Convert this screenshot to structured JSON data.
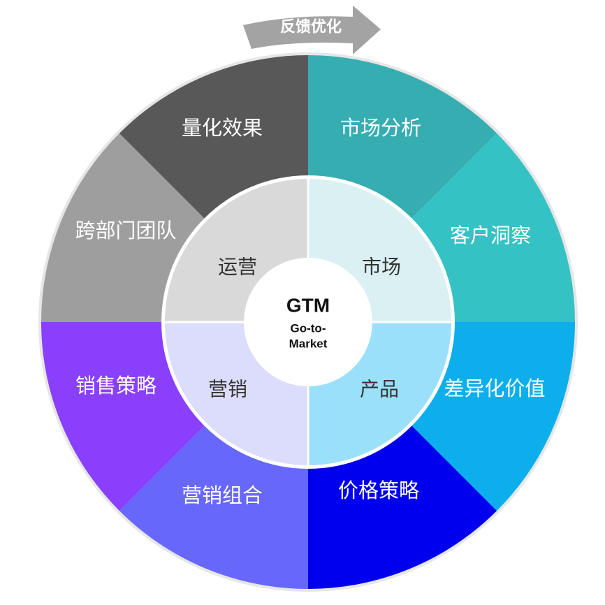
{
  "feedback_label": "反馈优化",
  "core": {
    "title": "GTM",
    "subtitle_line1": "Go-to-",
    "subtitle_line2": "Market"
  },
  "inner_ring": [
    {
      "id": "ops",
      "label": "运营",
      "color": "#d9d9d9"
    },
    {
      "id": "market",
      "label": "市场",
      "color": "#daf0f3"
    },
    {
      "id": "product",
      "label": "产品",
      "color": "#9be0fb"
    },
    {
      "id": "marketing",
      "label": "营销",
      "color": "#dcdcfc"
    }
  ],
  "outer_ring": [
    {
      "id": "market-analysis",
      "label": "市场分析",
      "color": "#36adb1"
    },
    {
      "id": "customer-insight",
      "label": "客户洞察",
      "color": "#34c2c4"
    },
    {
      "id": "differentiated-value",
      "label": "差异化价值",
      "color": "#0caeec"
    },
    {
      "id": "pricing-strategy",
      "label": "价格策略",
      "color": "#0000ee"
    },
    {
      "id": "marketing-mix",
      "label": "营销组合",
      "color": "#6767fc"
    },
    {
      "id": "sales-strategy",
      "label": "销售策略",
      "color": "#8a3ffc"
    },
    {
      "id": "cross-team",
      "label": "跨部门团队",
      "color": "#9e9e9e"
    },
    {
      "id": "quantify-results",
      "label": "量化效果",
      "color": "#585858"
    }
  ]
}
